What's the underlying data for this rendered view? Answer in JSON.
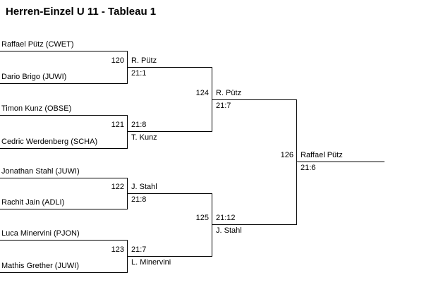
{
  "title": "Herren-Einzel U 11 - Tableau 1",
  "colors": {
    "background": "#ffffff",
    "text": "#000000",
    "line": "#000000"
  },
  "players": [
    {
      "name": "Raffael Pütz (CWET)"
    },
    {
      "name": "Dario Brigo (JUWI)"
    },
    {
      "name": "Timon Kunz (OBSE)"
    },
    {
      "name": "Cedric Werdenberg (SCHA)"
    },
    {
      "name": "Jonathan Stahl (JUWI)"
    },
    {
      "name": "Rachit Jain (ADLI)"
    },
    {
      "name": "Luca Minervini (PJON)"
    },
    {
      "name": "Mathis Grether (JUWI)"
    }
  ],
  "matches": {
    "m120": {
      "number": "120",
      "above": "R. Pütz",
      "below": "21:1"
    },
    "m121": {
      "number": "121",
      "above": "21:8",
      "below": "T. Kunz"
    },
    "m122": {
      "number": "122",
      "above": "J. Stahl",
      "below": "21:8"
    },
    "m123": {
      "number": "123",
      "above": "21:7",
      "below": "L. Minervini"
    },
    "m124": {
      "number": "124",
      "above": "R. Pütz",
      "below": "21:7"
    },
    "m125": {
      "number": "125",
      "above": "21:12",
      "below": "J. Stahl"
    },
    "m126": {
      "number": "126",
      "above": "Raffael Pütz",
      "below": "21:6"
    }
  }
}
